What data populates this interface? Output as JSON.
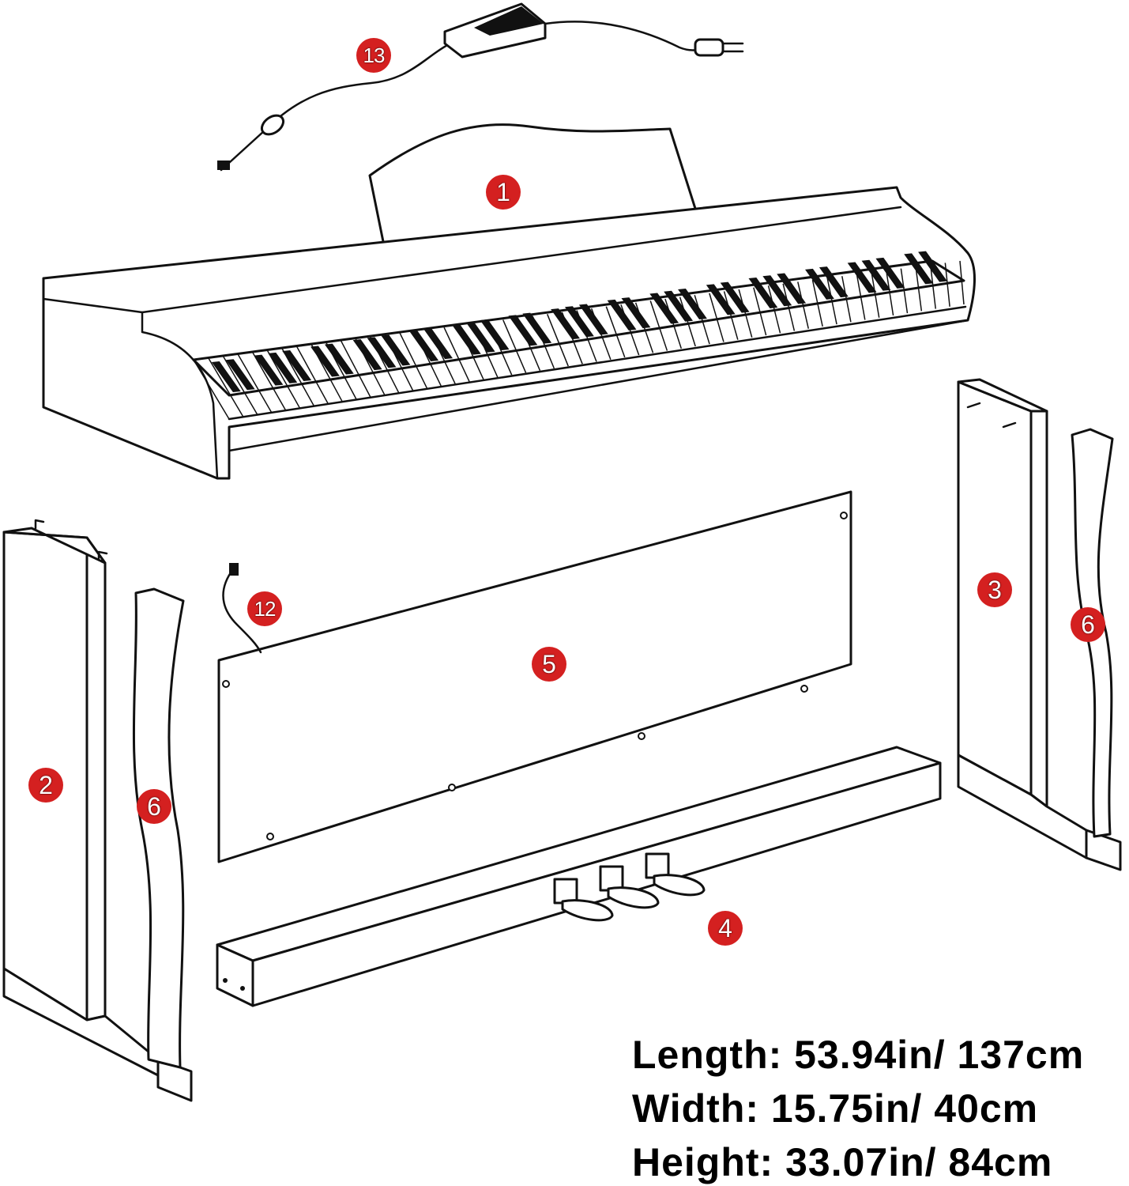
{
  "parts": [
    {
      "number": "1",
      "name": "piano-body"
    },
    {
      "number": "2",
      "name": "left-side-panel"
    },
    {
      "number": "3",
      "name": "right-side-panel"
    },
    {
      "number": "4",
      "name": "pedal-box"
    },
    {
      "number": "5",
      "name": "back-panel"
    },
    {
      "number": "6",
      "name": "left-support-leg"
    },
    {
      "number": "6",
      "name": "right-support-leg"
    },
    {
      "number": "12",
      "name": "pedal-cable"
    },
    {
      "number": "13",
      "name": "power-adapter"
    }
  ],
  "dimensions": {
    "length": "Length: 53.94in/ 137cm",
    "width": "Width: 15.75in/ 40cm",
    "height": "Height: 33.07in/ 84cm"
  },
  "colors": {
    "badge": "#d42020",
    "line": "#111111"
  }
}
